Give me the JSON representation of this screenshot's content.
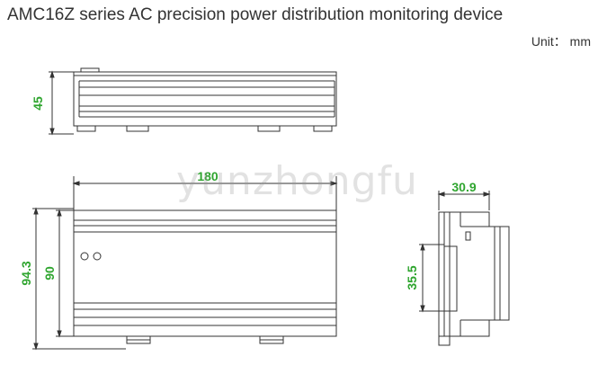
{
  "title": "AMC16Z series AC precision power distribution monitoring device",
  "unit_label": "Unit： mm",
  "watermark": "yunzhongfu",
  "dimensions": {
    "top_height": "45",
    "width": "180",
    "outer_height": "94.3",
    "inner_height": "90",
    "side_depth": "30.9",
    "rail_height": "35.5"
  },
  "colors": {
    "dimension_text": "#2fa52f",
    "drawing_line": "#333333",
    "watermark": "#9a9a9a"
  }
}
